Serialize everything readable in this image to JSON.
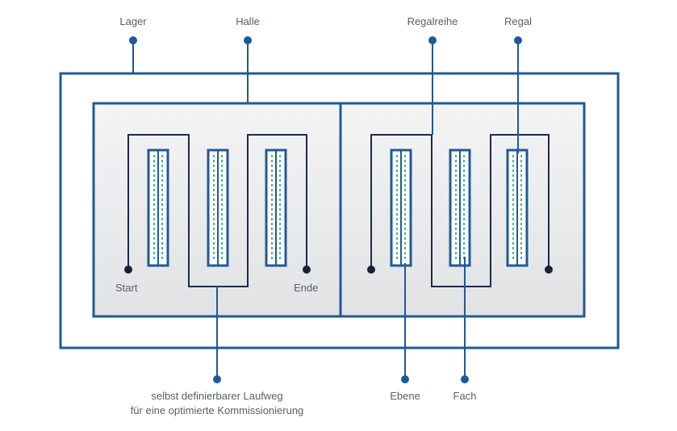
{
  "labels": {
    "lager": "Lager",
    "halle": "Halle",
    "regalreihe": "Regalreihe",
    "regal": "Regal",
    "start": "Start",
    "ende": "Ende",
    "ebene": "Ebene",
    "fach": "Fach",
    "laufweg_line1": "selbst definierbarer Laufweg",
    "laufweg_line2": "für eine optimierte Kommissionierung"
  },
  "colors": {
    "frame": "#1f5a96",
    "hall_fill": "#e4e5e7",
    "path": "#1e2a4a",
    "pin": "#1f5a96",
    "dot": "#1a2138",
    "slot": "#3fb59a",
    "text": "#56606b"
  }
}
